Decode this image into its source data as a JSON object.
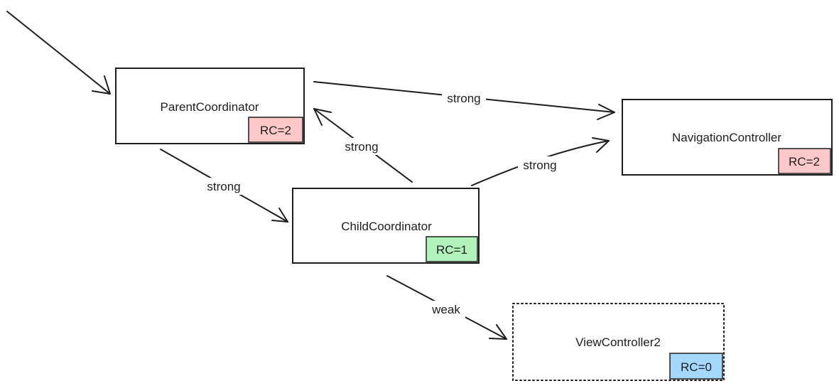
{
  "nodes": [
    {
      "id": "parent",
      "label": "ParentCoordinator",
      "rc": "RC=2",
      "rc_color": "#ffc9c9",
      "dotted": false
    },
    {
      "id": "nav",
      "label": "NavigationController",
      "rc": "RC=2",
      "rc_color": "#ffc9c9",
      "dotted": false
    },
    {
      "id": "child",
      "label": "ChildCoordinator",
      "rc": "RC=1",
      "rc_color": "#b2f2bb",
      "dotted": false
    },
    {
      "id": "vc2",
      "label": "ViewController2",
      "rc": "RC=0",
      "rc_color": "#a5d8ff",
      "dotted": true
    }
  ],
  "edges": [
    {
      "id": "entry",
      "from": "",
      "to": "parent",
      "label": ""
    },
    {
      "id": "parent-nav",
      "from": "parent",
      "to": "nav",
      "label": "strong"
    },
    {
      "id": "parent-child",
      "from": "parent",
      "to": "child",
      "label": "strong"
    },
    {
      "id": "child-parent",
      "from": "child",
      "to": "parent",
      "label": "strong"
    },
    {
      "id": "child-nav",
      "from": "child",
      "to": "nav",
      "label": "strong"
    },
    {
      "id": "child-vc2",
      "from": "child",
      "to": "vc2",
      "label": "weak"
    }
  ]
}
